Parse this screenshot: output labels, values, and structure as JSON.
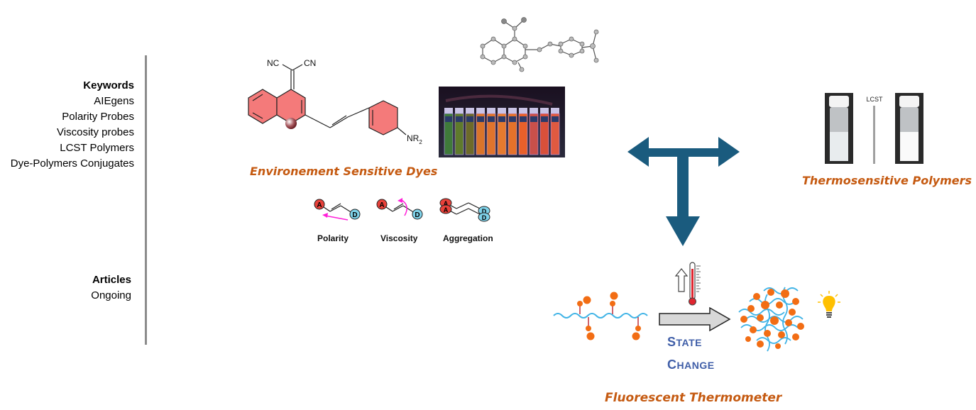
{
  "sidebar": {
    "keywords": {
      "heading": "Keywords",
      "items": [
        "AIEgens",
        "Polarity Probes",
        "Viscosity probes",
        "LCST Polymers",
        "Dye-Polymers Conjugates"
      ]
    },
    "articles": {
      "heading": "Articles",
      "items": [
        "Ongoing"
      ]
    }
  },
  "dyes": {
    "caption": "Environement Sensitive Dyes",
    "structure_labels": {
      "nc_left": "NC",
      "cn_right": "CN",
      "amine": "NR",
      "amine_sub": "2"
    },
    "mechanisms": [
      {
        "label": "Polarity",
        "acceptor": "A",
        "donor": "D"
      },
      {
        "label": "Viscosity",
        "acceptor": "A",
        "donor": "D"
      },
      {
        "label": "Aggregation",
        "acceptor": "A",
        "donor": "D"
      }
    ]
  },
  "polymers": {
    "caption": "Thermosensitive Polymers",
    "divider_label": "LCST"
  },
  "thermometer": {
    "caption": "Fluorescent Thermometer",
    "state_change": {
      "line1_cap": "S",
      "line1_rest": "TATE",
      "line2_cap": "C",
      "line2_rest": "HANGE"
    }
  },
  "colors": {
    "caption": "#c55a11",
    "arrow": "#1a5b7e",
    "state_text": "#3f5ea8",
    "ring_fill": "#f47a7a",
    "acceptor": "#e8413a",
    "donor": "#7fd3ea",
    "polymer_chain": "#3fb3e6",
    "pendant": "#f26d14",
    "bulb": "#ffc000"
  }
}
